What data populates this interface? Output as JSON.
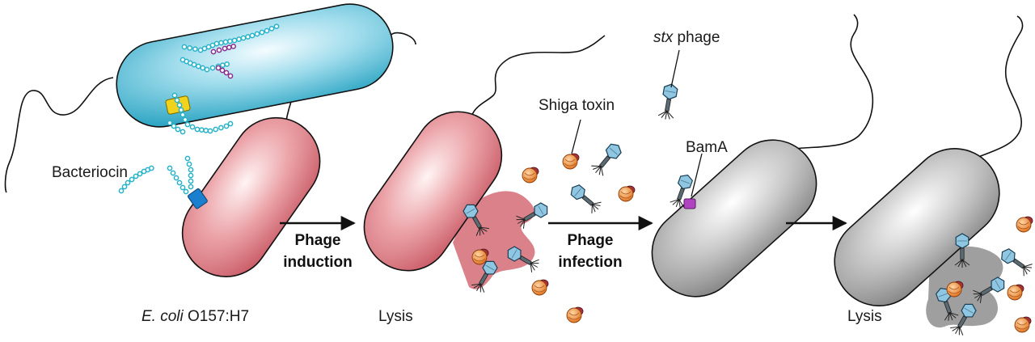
{
  "labels": {
    "bacteriocin": "Bacteriocin",
    "ecoli_italic": "E. coli",
    "ecoli_strain": " O157:H7",
    "lysis_1": "Lysis",
    "lysis_2": "Lysis",
    "step1_line1": "Phage",
    "step1_line2": "induction",
    "step2_line1": "Phage",
    "step2_line2": "infection",
    "stx_italic": "stx",
    "stx_rest": " phage",
    "shiga_toxin": "Shiga toxin",
    "bama": "BamA"
  },
  "colors": {
    "ecoli_red": "#d9707a",
    "producer_cyan": "#5cc6dc",
    "infected_gray": "#9a9a9a",
    "bacteriocin_bead": "#27b2c8",
    "bacteriocin_variant": "#8a2e8c",
    "producer_receptor": "#f2d21b",
    "ecoli_receptor": "#1b7fd0",
    "bama_receptor": "#b044c0",
    "phage_head": "#8fc7e2",
    "toxin_orange": "#f08a2c",
    "toxin_red": "#a8323c"
  }
}
